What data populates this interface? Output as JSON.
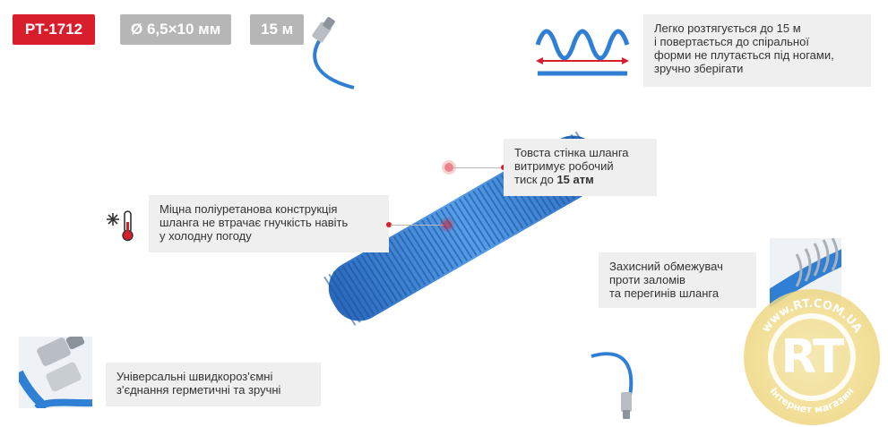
{
  "badges": {
    "model": "PT-1712",
    "diameter": "Ø 6,5×10 мм",
    "length": "15 м"
  },
  "callouts": {
    "stretch": [
      "Легко розтягується до 15 м",
      "і повертається до спіральної",
      "форми не плутається під ногами,",
      "зручно зберігати"
    ],
    "wall": [
      "Товста стінка шланга",
      "витримує робочий"
    ],
    "wall_pressure_prefix": "тиск до ",
    "wall_pressure_value": "15 атм",
    "polyurethane": [
      "Міцна поліуретанова конструкція",
      "шланга не втрачає гнучкість навіть",
      "у холодну погоду"
    ],
    "protector": [
      "Захисний обмежувач",
      "проти заломів",
      "та перегинів шланга"
    ],
    "connectors": [
      "Універсальні швидкороз'ємні",
      "з'єднання герметичні та зручні"
    ]
  },
  "watermark": {
    "mark": "RT",
    "ring_top": "www.RT.COM.UA",
    "ring_bottom": "Інтернет магазин"
  },
  "colors": {
    "accent_red": "#d81e2c",
    "hose_blue": "#2f7fd4",
    "badge_grey": "#b6b6b6",
    "callout_bg": "#efefef"
  },
  "icons": {
    "cold": "snowflake-thermometer-icon",
    "stretch": "spring-stretch-icon"
  }
}
